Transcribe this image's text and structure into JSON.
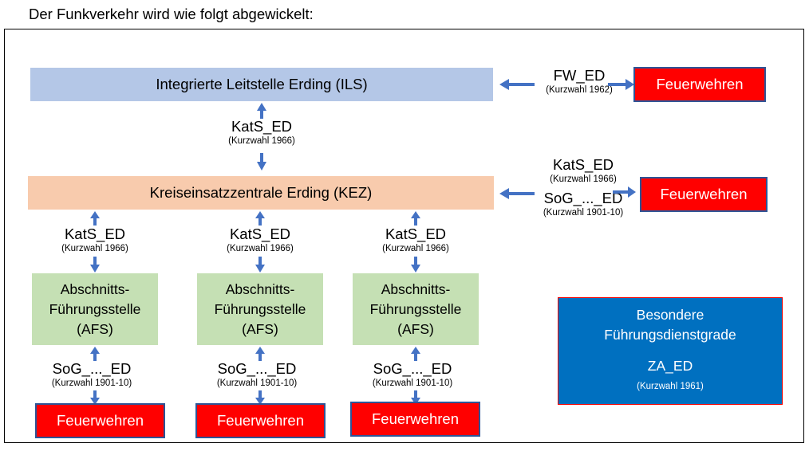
{
  "caption": "Der Funkverkehr wird wie folgt abgewickelt:",
  "colors": {
    "ils_fill": "#B4C7E7",
    "kez_fill": "#F8CBAD",
    "afs_fill": "#C5E0B4",
    "fire_fill": "#FF0000",
    "fire_border": "#2E5496",
    "special_fill": "#0070C0",
    "special_border": "#FF0000",
    "arrow": "#4472C4",
    "frame_border": "#000000",
    "text": "#000000",
    "text_on_fill": "#FFFFFF"
  },
  "nodes": {
    "ils": {
      "label": "Integrierte Leitstelle Erding (ILS)"
    },
    "kez": {
      "label": "Kreiseinsatzzentrale Erding (KEZ)"
    },
    "afs": [
      {
        "line1": "Abschnitts-",
        "line2": "Führungsstelle",
        "line3": "(AFS)"
      },
      {
        "line1": "Abschnitts-",
        "line2": "Führungsstelle",
        "line3": "(AFS)"
      },
      {
        "line1": "Abschnitts-",
        "line2": "Führungsstelle",
        "line3": "(AFS)"
      }
    ],
    "fire_bottom": [
      {
        "label": "Feuerwehren"
      },
      {
        "label": "Feuerwehren"
      },
      {
        "label": "Feuerwehren"
      }
    ],
    "fire_ils": {
      "label": "Feuerwehren"
    },
    "fire_kez": {
      "label": "Feuerwehren"
    },
    "special": {
      "line1": "Besondere",
      "line2": "Führungsdienstgrade",
      "code": "ZA_ED",
      "kurzwahl": "(Kurzwahl 1961)"
    }
  },
  "labels": {
    "ils_kez": {
      "code": "KatS_ED",
      "kurzwahl": "(Kurzwahl 1966)"
    },
    "ils_fire": {
      "code": "FW_ED",
      "kurzwahl": "(Kurzwahl 1962)"
    },
    "kez_fire_top": {
      "code": "KatS_ED",
      "kurzwahl": "(Kurzwahl 1966)"
    },
    "kez_fire_bottom": {
      "code": "SoG_..._ED",
      "kurzwahl": "(Kurzwahl 1901-10)"
    },
    "kez_afs": [
      {
        "code": "KatS_ED",
        "kurzwahl": "(Kurzwahl 1966)"
      },
      {
        "code": "KatS_ED",
        "kurzwahl": "(Kurzwahl 1966)"
      },
      {
        "code": "KatS_ED",
        "kurzwahl": "(Kurzwahl 1966)"
      }
    ],
    "afs_fire": [
      {
        "code": "SoG_..._ED",
        "kurzwahl": "(Kurzwahl 1901-10)"
      },
      {
        "code": "SoG_..._ED",
        "kurzwahl": "(Kurzwahl 1901-10)"
      },
      {
        "code": "SoG_..._ED",
        "kurzwahl": "(Kurzwahl 1901-10)"
      }
    ]
  }
}
